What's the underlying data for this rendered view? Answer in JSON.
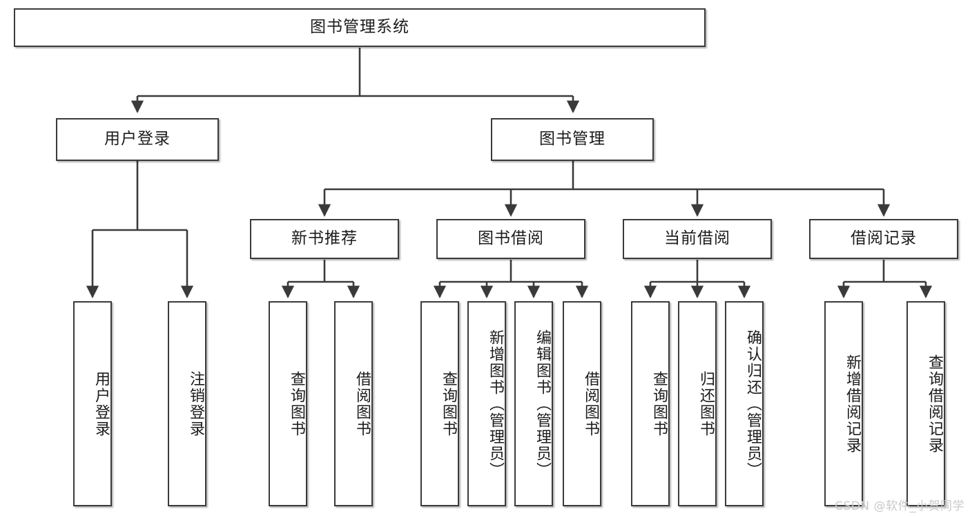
{
  "diagram": {
    "type": "tree",
    "title": "图书管理系统",
    "watermark": "CSDN @软件_小贺同学",
    "colors": {
      "node_border": "#3a3a3a",
      "node_fill": "#ffffff",
      "edge": "#3a3a3a",
      "text": "#1b1b1b",
      "watermark": "#c9c9c9"
    },
    "nodes": {
      "root": {
        "label": "图书管理系统",
        "level": 1,
        "orientation": "horizontal"
      },
      "l2": [
        {
          "id": "user_login",
          "label": "用户登录",
          "level": 2,
          "orientation": "horizontal"
        },
        {
          "id": "book_manage",
          "label": "图书管理",
          "level": 2,
          "orientation": "horizontal"
        }
      ],
      "l3": [
        {
          "id": "new_book_rec",
          "label": "新书推荐",
          "level": 3,
          "orientation": "horizontal",
          "parent": "book_manage"
        },
        {
          "id": "book_borrow",
          "label": "图书借阅",
          "level": 3,
          "orientation": "horizontal",
          "parent": "book_manage"
        },
        {
          "id": "current_borrow",
          "label": "当前借阅",
          "level": 3,
          "orientation": "horizontal",
          "parent": "book_manage"
        },
        {
          "id": "borrow_record",
          "label": "借阅记录",
          "level": 3,
          "orientation": "horizontal",
          "parent": "book_manage"
        }
      ],
      "leaves": [
        {
          "id": "leaf_user_login",
          "label": "用户登录",
          "parent": "user_login"
        },
        {
          "id": "leaf_logout_login",
          "label": "注销登录",
          "parent": "user_login"
        },
        {
          "id": "leaf_query_book_1",
          "label": "查询图书",
          "parent": "new_book_rec"
        },
        {
          "id": "leaf_borrow_book_1",
          "label": "借阅图书",
          "parent": "new_book_rec"
        },
        {
          "id": "leaf_query_book_2",
          "label": "查询图书",
          "parent": "book_borrow"
        },
        {
          "id": "leaf_add_book",
          "label": "新增图书（管理员）",
          "parent": "book_borrow"
        },
        {
          "id": "leaf_edit_book",
          "label": "编辑图书（管理员）",
          "parent": "book_borrow"
        },
        {
          "id": "leaf_borrow_book_2",
          "label": "借阅图书",
          "parent": "book_borrow"
        },
        {
          "id": "leaf_query_book_3",
          "label": "查询图书",
          "parent": "current_borrow"
        },
        {
          "id": "leaf_return_book",
          "label": "归还图书",
          "parent": "current_borrow"
        },
        {
          "id": "leaf_confirm_return",
          "label": "确认归还（管理员）",
          "parent": "current_borrow"
        },
        {
          "id": "leaf_add_record",
          "label": "新增借阅记录",
          "parent": "borrow_record"
        },
        {
          "id": "leaf_query_record",
          "label": "查询借阅记录",
          "parent": "borrow_record"
        }
      ]
    }
  }
}
